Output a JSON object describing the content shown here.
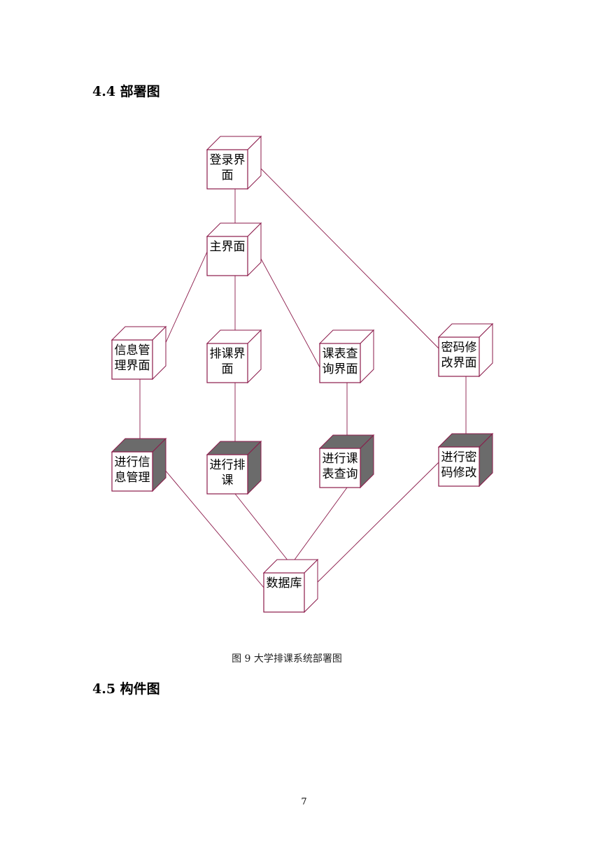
{
  "headings": {
    "deployment": "4.4 部署图",
    "component": "4.5 构件图"
  },
  "diagram": {
    "nodes": [
      {
        "id": "login",
        "lines": [
          "登录界",
          "面"
        ],
        "shaded": false
      },
      {
        "id": "main",
        "lines": [
          "主界面"
        ],
        "shaded": false
      },
      {
        "id": "info_ui",
        "lines": [
          "信息管",
          "理界面"
        ],
        "shaded": false
      },
      {
        "id": "schedule_ui",
        "lines": [
          "排课界",
          "面"
        ],
        "shaded": false
      },
      {
        "id": "query_ui",
        "lines": [
          "课表查",
          "询界面"
        ],
        "shaded": false
      },
      {
        "id": "pwd_ui",
        "lines": [
          "密码修",
          "改界面"
        ],
        "shaded": false
      },
      {
        "id": "do_info",
        "lines": [
          "进行信",
          "息管理"
        ],
        "shaded": true
      },
      {
        "id": "do_schedule",
        "lines": [
          "进行排",
          "课"
        ],
        "shaded": true
      },
      {
        "id": "do_query",
        "lines": [
          "进行课",
          "表查询"
        ],
        "shaded": true
      },
      {
        "id": "do_pwd",
        "lines": [
          "进行密",
          "码修改"
        ],
        "shaded": true
      },
      {
        "id": "db",
        "lines": [
          "数据库"
        ],
        "shaded": false
      }
    ],
    "colors": {
      "line": "#8b1a4a",
      "shade": "#6b6b6b"
    }
  },
  "caption": "图 9  大学排课系统部署图",
  "page_number": "7"
}
